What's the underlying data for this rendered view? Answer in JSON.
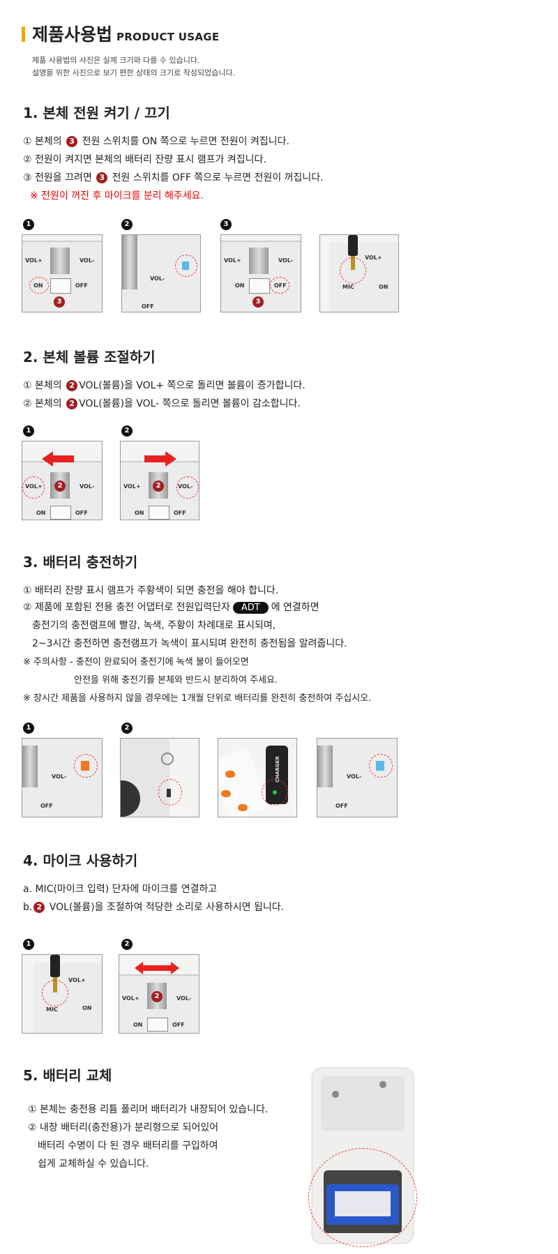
{
  "header": {
    "title": "제품사용법",
    "subtitle": "PRODUCT USAGE"
  },
  "notes": [
    "제품 사용법의 사진은 실제 크기와 다를 수 있습니다.",
    "설명을 위한 사진으로 보기 편한 상태의 크기로 작성되었습니다."
  ],
  "s1": {
    "title": "1. 본체 전원 켜기 / 끄기",
    "l1a": "① 본체의",
    "l1b": "전원 스위치를 ON 쪽으로 누르면 전원이 켜집니다.",
    "l2": "② 전원이 켜지면 본체의 배터리 잔량 표시 램프가 켜집니다.",
    "l3a": "③ 전원을 끄려면",
    "l3b": "전원 스위치를 OFF 쪽으로 누르면 전원이 꺼집니다.",
    "warn": "※ 전원이 꺼진 후 마이크를 분리 해주세요.",
    "badge": "3"
  },
  "s2": {
    "title": "2. 본체 볼륨 조절하기",
    "l1a": "① 본체의",
    "l1b": "VOL(볼륨)을 VOL+ 쪽으로 돌리면 볼륨이 증가합니다.",
    "l2a": "② 본체의",
    "l2b": "VOL(볼륨)을 VOL- 쪽으로 돌리면 볼륨이 감소합니다.",
    "badge": "2"
  },
  "s3": {
    "title": "3. 배터리 충전하기",
    "l1": "① 배터리 잔량 표시 램프가 주황색이 되면 충전을 해야 합니다.",
    "l2a": "② 제품에 포함된 전용 충전 어댑터로 전원입력단자",
    "l2pill": "ADT",
    "l2b": "에 연결하면",
    "l3": "충전기의 충전램프에 빨강, 녹색, 주황이 차례대로 표시되며,",
    "l4": "2~3시간 충전하면 충전램프가 녹색이 표시되며 완전히 충전됨을 알려줍니다.",
    "l5": "※ 주의사항 - 충전이 완료되어 충전기에 녹색 불이 들어오면",
    "l6": "안전을 위해 충전기를 본체와 반드시 분리하여 주세요.",
    "l7": "※ 장시간 제품을 사용하지 않을 경우에는 1개월 단위로 배터리를 완전히 충전하여 주십시오."
  },
  "s4": {
    "title": "4. 마이크 사용하기",
    "l1": "a. MIC(마이크 입력) 단자에 마이크를 연결하고",
    "l2a": "b.",
    "l2b": "VOL(볼륨)을 조절하여 적당한 소리로 사용하시면 됩니다.",
    "badge": "2"
  },
  "s5": {
    "title": "5. 배터리 교체",
    "l1": "① 본체는 충전용 리튬 폴리머 배터리가 내장되어 있습니다.",
    "l2": "② 내장 배터리(충전용)가 분리형으로 되어있어",
    "l3": "배터리 수명이 다 된 경우 배터리를 구입하여",
    "l4": "쉽게 교체하실 수 있습니다."
  },
  "steps": [
    "1",
    "2",
    "3"
  ],
  "photo_labels": {
    "vol_plus": "VOL+",
    "vol_minus": "VOL-",
    "on": "ON",
    "off": "OFF",
    "mic": "MIC",
    "charger": "CHARGER"
  },
  "colors": {
    "accent": "#f0a800",
    "badge": "#a02020",
    "warn": "#ee0000",
    "arrow": "#e82020"
  }
}
